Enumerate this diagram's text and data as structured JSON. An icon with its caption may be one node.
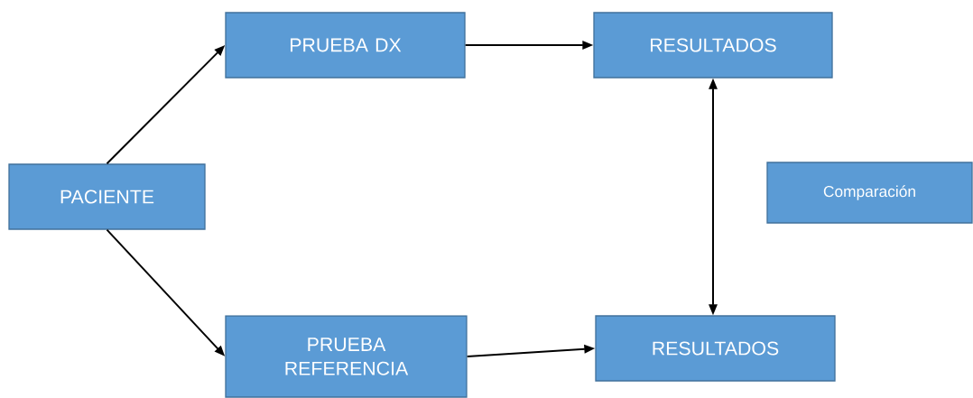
{
  "diagram": {
    "nodes": [
      {
        "text": [
          "PACIENTE"
        ]
      },
      {
        "text": [
          "PRUEBA DX"
        ]
      },
      {
        "text": [
          "RESULTADOS"
        ]
      },
      {
        "text": [
          "Comparación"
        ]
      },
      {
        "text": [
          "PRUEBA REFERENCIA"
        ]
      },
      {
        "text": [
          "RESULTADOS"
        ]
      }
    ],
    "edges": [
      {
        "from": 0,
        "to": 1,
        "arrow": "to"
      },
      {
        "from": 0,
        "to": 4,
        "arrow": "to"
      },
      {
        "from": 1,
        "to": 2,
        "arrow": "to"
      },
      {
        "from": 4,
        "to": 5,
        "arrow": "to"
      },
      {
        "from": 2,
        "to": 5,
        "arrow": "both"
      }
    ]
  }
}
